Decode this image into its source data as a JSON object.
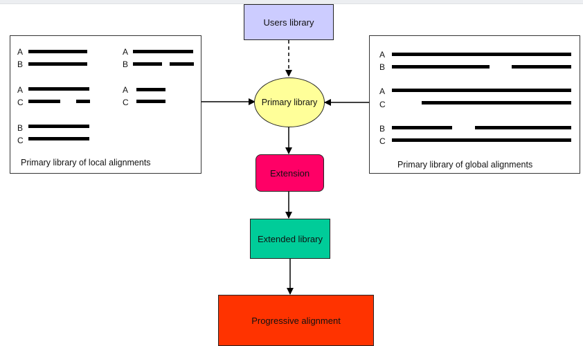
{
  "diagram": {
    "users_library": "Users library",
    "primary_library": "Primary library",
    "extension": "Extension",
    "extended_library": "Extended library",
    "progressive_alignment": "Progressive alignment",
    "local_caption": "Primary library of local alignments",
    "global_caption": "Primary library of global alignments",
    "seq_labels": {
      "a": "A",
      "b": "B",
      "c": "C"
    }
  },
  "colors": {
    "users_library": "#ccccff",
    "primary_library": "#ffff99",
    "extension": "#ff0066",
    "extended_library": "#00cc99",
    "progressive_alignment": "#ff3300"
  }
}
